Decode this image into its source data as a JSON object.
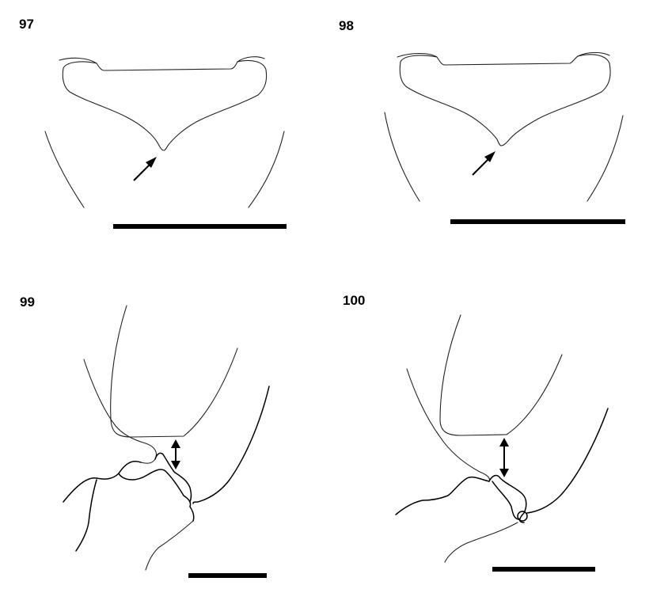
{
  "figure": {
    "panels": [
      {
        "label": "97"
      },
      {
        "label": "98"
      },
      {
        "label": "99"
      },
      {
        "label": "100"
      }
    ],
    "colors": {
      "ink": "#000000",
      "background": "#ffffff"
    }
  }
}
